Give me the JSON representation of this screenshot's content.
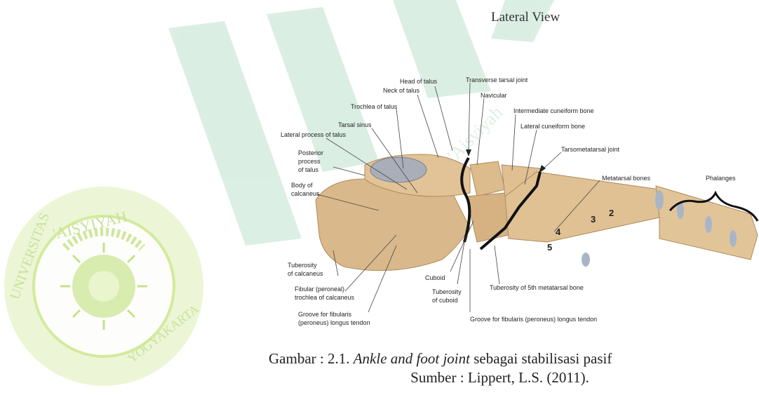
{
  "header": {
    "title": "Lateral View"
  },
  "seal": {
    "top_text": "'AISYIYAH",
    "left_text": "UNIVERSITAS",
    "right_text": "YOGYAKARTA"
  },
  "watermark_text": "Universitas 'Aisyiyah",
  "diagram": {
    "labels": {
      "head_of_talus": "Head of talus",
      "neck_of_talus": "Neck of talus",
      "trochlea_of_talus": "Trochlea of talus",
      "tarsal_sinus": "Tarsal sinus",
      "lateral_process_of_talus": "Lateral process of talus",
      "posterior_process_1": "Posterior",
      "posterior_process_2": "process",
      "posterior_process_3": "of talus",
      "body_of_calcaneus_1": "Body of",
      "body_of_calcaneus_2": "calcaneus",
      "transverse_tarsal_joint": "Transverse tarsal joint",
      "navicular": "Navicular",
      "intermediate_cuneiform": "Intermediate cuneiform bone",
      "lateral_cuneiform": "Lateral cuneiform bone",
      "tarsometatarsal_joint": "Tarsometatarsal joint",
      "metatarsal_bones": "Metatarsal bones",
      "phalanges": "Phalanges",
      "tuberosity_calcaneus_1": "Tuberosity",
      "tuberosity_calcaneus_2": "of calcaneus",
      "fibular_trochlea_1": "Fibular (peroneal)",
      "fibular_trochlea_2": "trochlea of calcaneus",
      "groove_fibularis_1": "Groove for fibularis",
      "groove_fibularis_2": "(peroneus) longus tendon",
      "cuboid": "Cuboid",
      "tuberosity_cuboid_1": "Tuberosity",
      "tuberosity_cuboid_2": "of cuboid",
      "tuberosity_5th_metatarsal": "Tuberosity of 5th metatarsal bone",
      "groove_fibularis_long": "Groove for fibularis (peroneus) longus tendon",
      "num_2": "2",
      "num_3": "3",
      "num_4": "4",
      "num_5": "5"
    }
  },
  "caption": {
    "prefix": "Gambar : 2.1. ",
    "italic": "Ankle and foot joint",
    "suffix": " sebagai stabilisasi pasif",
    "source": "Sumber : Lippert, L.S. (2011)."
  }
}
